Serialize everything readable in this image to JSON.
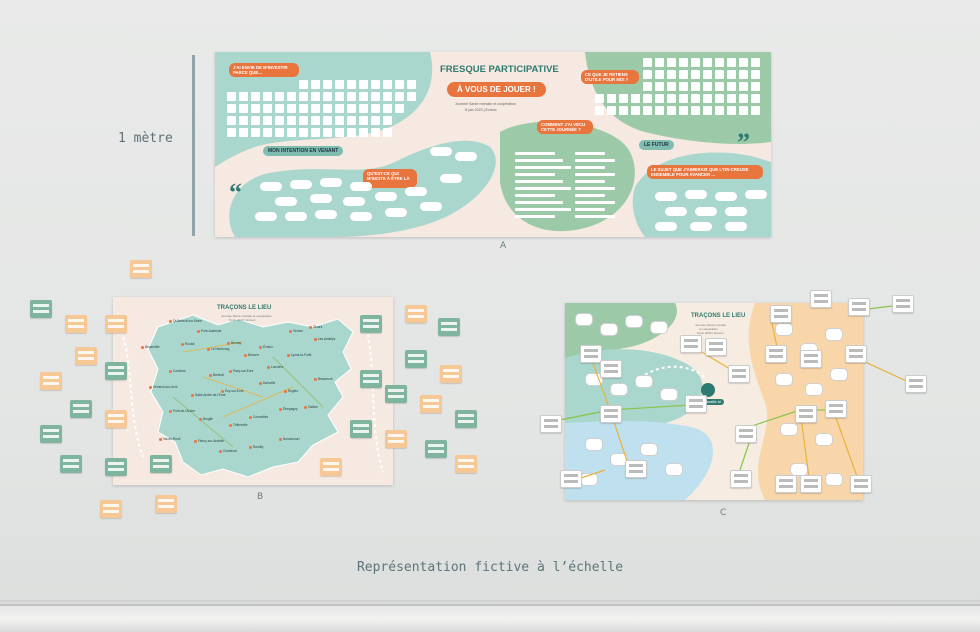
{
  "scale": {
    "label": "1 mètre"
  },
  "caption": "Représentation fictive à l’échelle",
  "panel_a": {
    "letter": "A",
    "title": "Fresque participative",
    "subtitle": "À vous de jouer !",
    "event_line1": "Journée Santé mentale et coopération",
    "event_line2": "8 juin 2023 | Evreux",
    "prompt_1": "J'ai envie de m'investir parce que...",
    "prompt_2": "Mon intention en venant",
    "prompt_3": "Qu'est-ce qui m'incite à être là ?",
    "prompt_4": "Comment j'ai vécu cette journée ?",
    "prompt_5": "Ce que je retiens d'utile pour moi ?",
    "prompt_6": "Le futur",
    "prompt_7": "Le sujet que j'aimerais que l'on creuse ensemble pour avancer ...",
    "quote_open": "“",
    "quote_close": "”"
  },
  "panel_b": {
    "letter": "B",
    "title": "Traçons le lieu",
    "sub1": "Journée Santé mentale et coopération",
    "sub2": "8 juin 2023 | Evreux",
    "towns": [
      "Quillebeuf-sur-Seine",
      "Pont-Audemer",
      "Beuzeville",
      "Routot",
      "Le Neubourg",
      "Bernay",
      "Brionne",
      "Évreux",
      "Vernon",
      "Les Andelys",
      "Gisors",
      "Lyons-la-Forêt",
      "Louviers",
      "Pacy-sur-Eure",
      "Breteuil",
      "Conches",
      "Verneuil-sur-Avre",
      "Saint-André-de-l'Eure",
      "Ézy-sur-Eure",
      "Damville",
      "Rugles",
      "Beaumont",
      "Gaillon",
      "Étrépagny",
      "Cormeilles",
      "Thiberville",
      "Broglie",
      "Pont-de-l'Arche",
      "Val-de-Reuil",
      "Fleury-sur-Andelle",
      "Charleval",
      "Romilly",
      "Nonancourt"
    ]
  },
  "panel_c": {
    "letter": "C",
    "title": "Traçons le lieu",
    "sub1": "Journée Santé mentale",
    "sub2": "et coopération",
    "sub3": "8 juin 2023 | Evreux",
    "center_label": "Je travaille ici"
  },
  "colors": {
    "background": "#e6e8e7",
    "panel": "#f6e9e2",
    "teal": "#a9d6cd",
    "dark_teal": "#2f7a70",
    "green": "#9ccaa8",
    "orange": "#e8743e",
    "sticky_green": "#7fb59f",
    "sticky_orange": "#f5c896",
    "blue": "#bfe0ef",
    "peach": "#f9d6aa"
  }
}
